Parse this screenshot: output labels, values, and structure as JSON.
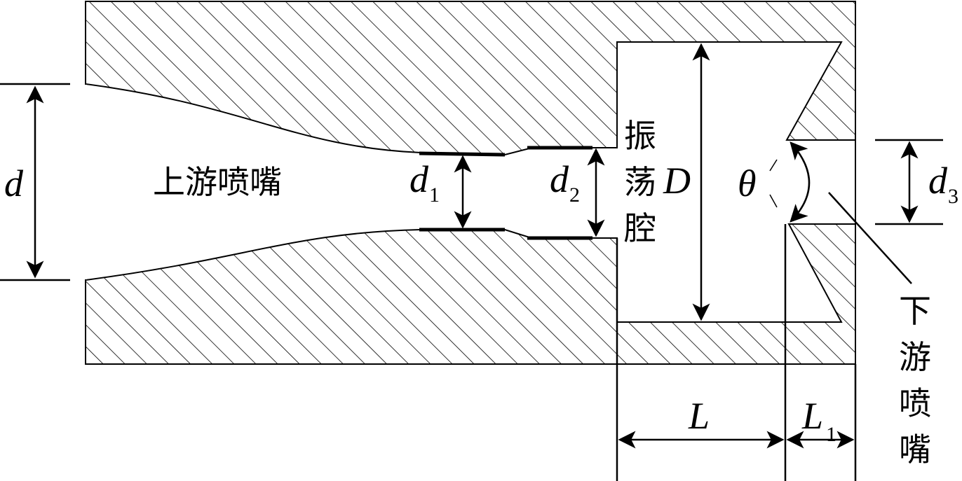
{
  "labels": {
    "upstream_nozzle": "上游喷嘴",
    "cavity_line1": "振",
    "cavity_line2": "荡",
    "cavity_line3": "腔",
    "downstream_line1": "下",
    "downstream_line2": "游",
    "downstream_line3": "喷",
    "downstream_line4": "嘴"
  },
  "symbols": {
    "d": "d",
    "d1_main": "d",
    "d1_sub": "1",
    "d2_main": "d",
    "d2_sub": "2",
    "d3_main": "d",
    "d3_sub": "3",
    "D": "D",
    "theta": "θ",
    "L": "L",
    "L1_main": "L",
    "L1_sub": "1"
  }
}
